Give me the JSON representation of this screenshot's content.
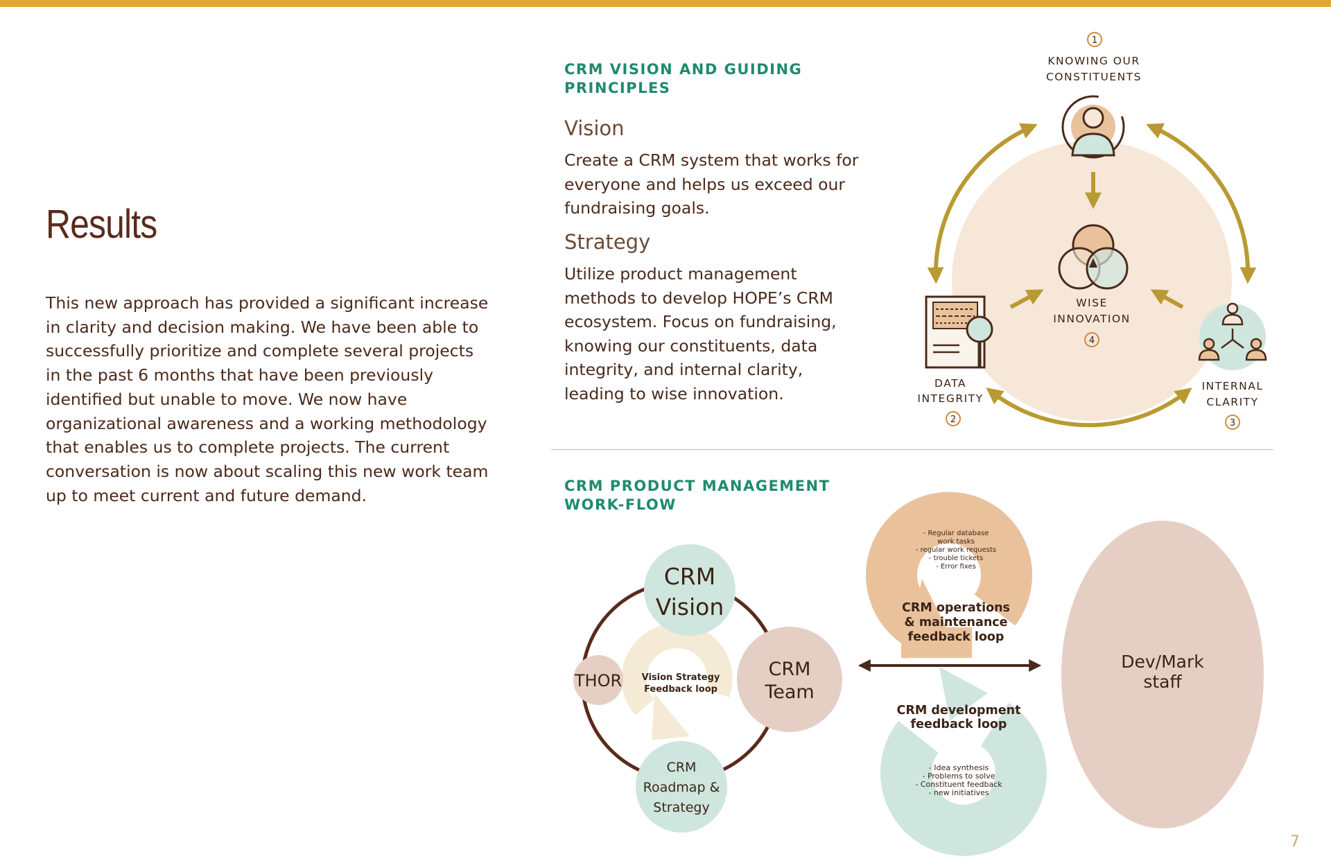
{
  "page": {
    "results": {
      "heading": "Results",
      "body": "This new approach has provided a significant increase in clarity and decision making. We have been able to successfully prioritize and complete several projects in the past 6 months that have been previously identified but unable to move. We now have organizational awareness and a working methodology that enables us to complete projects. The current conversation is now about scaling this new work team up to meet current and future demand."
    },
    "vision_section": {
      "title": "CRM VISION AND GUIDING PRINCIPLES",
      "vision_heading": "Vision",
      "vision_text": "Create a CRM system that works for everyone and helps us exceed our fundraising goals.",
      "strategy_heading": "Strategy",
      "strategy_text": "Utilize product management methods to develop HOPE’s CRM ecosystem. Focus on fundraising, knowing our constituents, data integrity, and internal clarity, leading to wise innovation."
    },
    "principles_diagram": {
      "p1": {
        "number": "1",
        "line1": "KNOWING OUR",
        "line2": "CONSTITUENTS",
        "icon": "person-icon"
      },
      "p2": {
        "number": "2",
        "line1": "DATA",
        "line2": "INTEGRITY",
        "icon": "document-magnifier-icon"
      },
      "p3": {
        "number": "3",
        "line1": "INTERNAL",
        "line2": "CLARITY",
        "icon": "team-network-icon"
      },
      "p4": {
        "number": "4",
        "line1": "WISE",
        "line2": "INNOVATION",
        "icon": "venn-diagram-icon"
      }
    },
    "workflow_section": {
      "title": "CRM PRODUCT MANAGEMENT WORK-FLOW",
      "crm_vision": [
        "CRM",
        "Vision"
      ],
      "thor": "THOR",
      "crm_team": [
        "CRM",
        "Team"
      ],
      "roadmap": [
        "CRM",
        "Roadmap &",
        "Strategy"
      ],
      "feedback_loop": [
        "Vision Strategy",
        "Feedback loop"
      ],
      "ops_loop": {
        "items": [
          "- Regular database",
          "work tasks",
          "- regular work requests",
          "- trouble tickets",
          "- Error fixes"
        ],
        "label": [
          "CRM operations",
          "& maintenance",
          "feedback loop"
        ]
      },
      "dev_loop": {
        "label": [
          "CRM development",
          "feedback loop"
        ],
        "items": [
          "- Idea synthesis",
          "- Problems to solve",
          "- Constituent feedback",
          "- new initiatives"
        ]
      },
      "staff": [
        "Dev/Mark",
        "staff"
      ]
    },
    "page_number": "7"
  },
  "colors": {
    "accent_bar": "#e2a72e",
    "section_title": "#1f8a6e",
    "arrow_gold": "#b99a32",
    "peach": "#e9c29c",
    "mint": "#cfe6de",
    "cream_circle": "#f7e7d9",
    "rose": "#e5cec4"
  }
}
